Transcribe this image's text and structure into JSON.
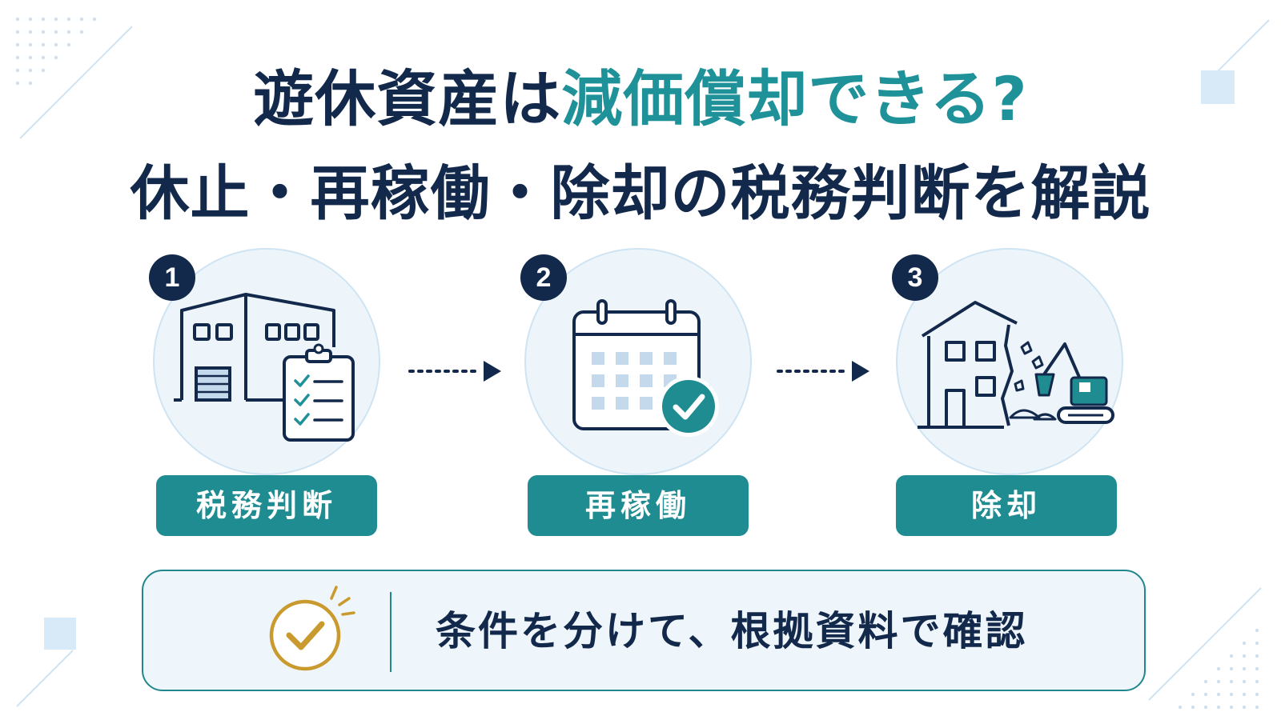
{
  "title": {
    "line1_part1": "遊休資産は",
    "line1_accent": "減価償却できる?",
    "line2": "休止・再稼働・除却の税務判断を解説"
  },
  "steps": [
    {
      "number": "1",
      "label": "税務判断",
      "icon": "warehouse-checklist-icon"
    },
    {
      "number": "2",
      "label": "再稼働",
      "icon": "calendar-check-icon"
    },
    {
      "number": "3",
      "label": "除却",
      "icon": "demolition-excavator-icon"
    }
  ],
  "banner": {
    "text": "条件を分けて、根拠資料で確認",
    "icon": "check-badge-icon"
  },
  "colors": {
    "navy": "#13294b",
    "teal": "#1f8c91",
    "gold": "#c99a2e",
    "light_blue": "#edf5fb"
  }
}
